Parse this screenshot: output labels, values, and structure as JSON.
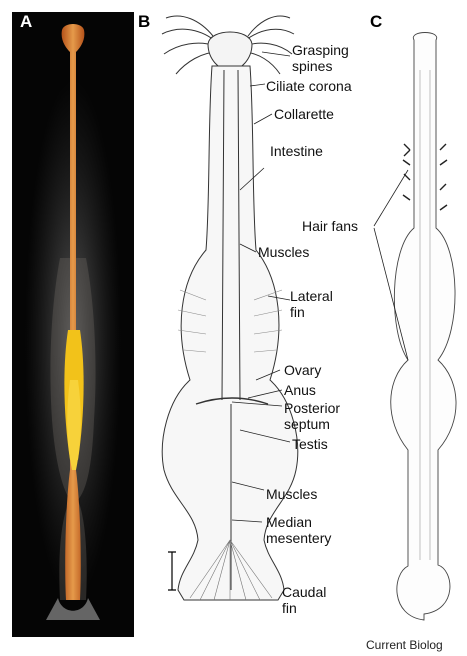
{
  "panels": {
    "a": {
      "letter": "A"
    },
    "b": {
      "letter": "B"
    },
    "c": {
      "letter": "C"
    }
  },
  "labels_b": {
    "grasping_1": "Grasping",
    "grasping_2": "spines",
    "ciliate_corona": "Ciliate corona",
    "collarette": "Collarette",
    "intestine": "Intestine",
    "muscles_upper": "Muscles",
    "lateral_fin_1": "Lateral",
    "lateral_fin_2": "fin",
    "ovary": "Ovary",
    "anus": "Anus",
    "posterior_septum_1": "Posterior",
    "posterior_septum_2": "septum",
    "testis": "Testis",
    "muscles_lower": "Muscles",
    "median_mesentery_1": "Median",
    "median_mesentery_2": "mesentery",
    "caudal_fin_1": "Caudal",
    "caudal_fin_2": "fin"
  },
  "labels_c": {
    "hair_fans": "Hair fans"
  },
  "credit": "Current Biolog",
  "colors": {
    "photo_background": "#050505",
    "body_orange": "#d87a2a",
    "ovary_yellow": "#f2c21a"
  }
}
